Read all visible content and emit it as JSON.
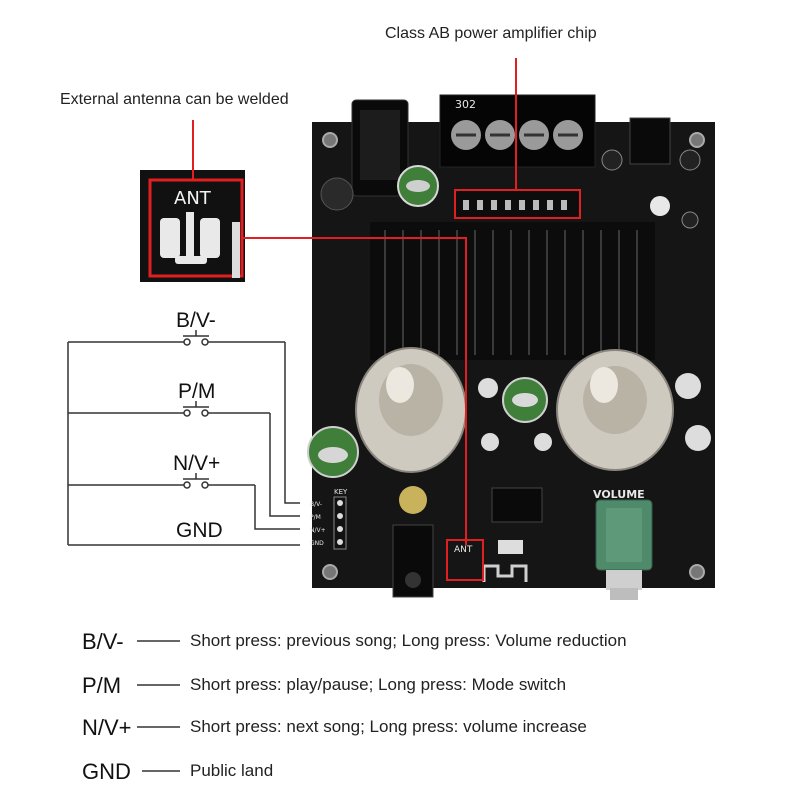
{
  "callouts": {
    "chip": "Class AB power amplifier chip",
    "antenna": "External antenna can be welded"
  },
  "buttons": [
    {
      "name": "B/V-"
    },
    {
      "name": "P/M"
    },
    {
      "name": "N/V+"
    },
    {
      "name": "GND"
    }
  ],
  "board_silkscreen": {
    "ant": "ANT",
    "volume": "VOLUME",
    "key": "KEY",
    "pins": [
      "B/V-",
      "P/M",
      "N/V+",
      "GND"
    ],
    "model": "302"
  },
  "legend": [
    {
      "key": "B/V-",
      "desc": "Short press: previous song; Long press: Volume reduction"
    },
    {
      "key": "P/M",
      "desc": "Short press: play/pause; Long press: Mode switch"
    },
    {
      "key": "N/V+",
      "desc": "Short press: next song; Long press: volume increase"
    },
    {
      "key": "GND",
      "desc": "Public land"
    }
  ],
  "colors": {
    "board": "#151515",
    "heatsink": "#0c0c0c",
    "callout_line": "#e02020",
    "wire": "#333333",
    "capacitor": "#3f7f3a",
    "tube_glass": "#d9d4c8",
    "pot_green": "#4f8a6a"
  }
}
